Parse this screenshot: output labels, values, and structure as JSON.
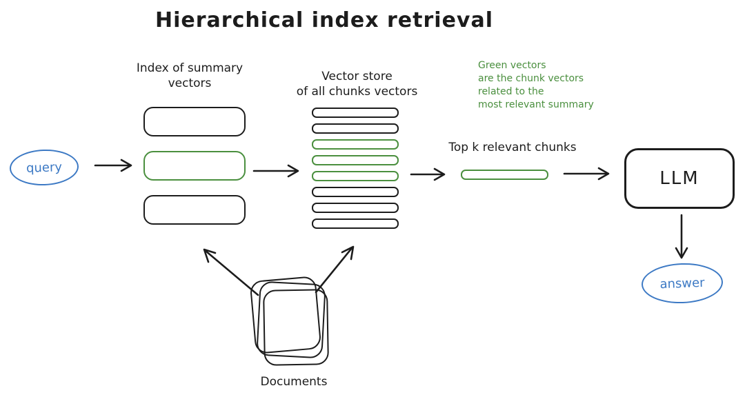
{
  "title": "Hierarchical index retrieval",
  "colors": {
    "ink": "#1c1c1c",
    "green": "#4a8f3e",
    "blue": "#3c79c4"
  },
  "nodes": {
    "query_label": "query",
    "llm_label": "LLM",
    "answer_label": "answer",
    "documents_label": "Documents"
  },
  "labels": {
    "summary_index_line1": "Index of summary",
    "summary_index_line2": "vectors",
    "vector_store_line1": "Vector store",
    "vector_store_line2": "of all chunks vectors",
    "top_k": "Top k relevant chunks",
    "annotation_line1": "Green vectors",
    "annotation_line2": "are the chunk vectors",
    "annotation_line3": "related to the",
    "annotation_line4": "most relevant summary"
  },
  "stacks": {
    "summary": [
      "ink",
      "green",
      "ink"
    ],
    "chunks": [
      "ink",
      "ink",
      "green",
      "green",
      "green",
      "ink",
      "ink",
      "ink"
    ],
    "topk": [
      "green"
    ]
  }
}
